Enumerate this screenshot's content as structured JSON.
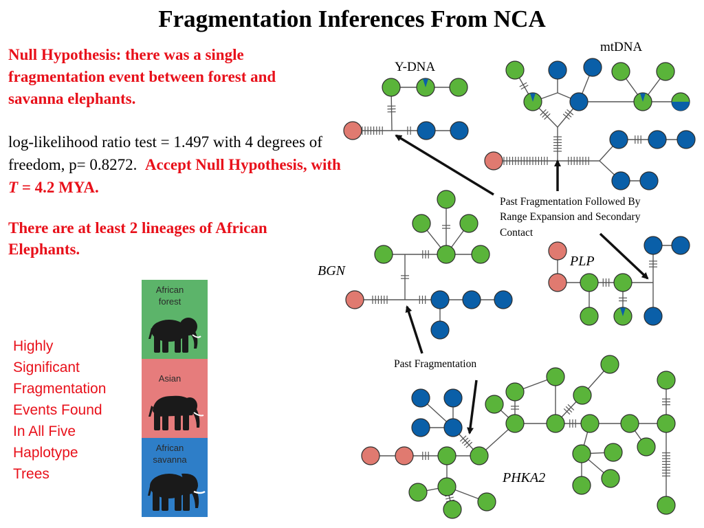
{
  "title": "Fragmentation Inferences From NCA",
  "null_hypothesis": "Null Hypothesis: there was a single fragmentation event between forest and savanna elephants.",
  "llr": {
    "text": "log-likelihood ratio test = 1.497 with 4 degrees of freedom, p= 0.8272.",
    "accept_prefix": "Accept Null Hypothesis, with",
    "t_symbol": "T",
    "t_value": "= 4.2 MYA."
  },
  "lineages": "There are at least 2 lineages of African Elephants.",
  "significance": [
    "Highly",
    "Significant",
    "Fragmentation",
    "Events Found",
    "In All Five",
    "Haplotype",
    "Trees"
  ],
  "elephant_panels": [
    {
      "label": [
        "African",
        "forest"
      ],
      "color": "#5cb46a"
    },
    {
      "label": [
        "Asian"
      ],
      "color": "#e67c7c"
    },
    {
      "label": [
        "African",
        "savanna"
      ],
      "color": "#2e7ec8"
    }
  ],
  "trees": {
    "ydna": "Y-DNA",
    "mtdna": "mtDNA",
    "bgn": "BGN",
    "plp": "PLP",
    "phka2": "PHKA2"
  },
  "annotations": {
    "past_frag_range": [
      "Past Fragmentation Followed By",
      "Range Expansion and Secondary",
      "Contact"
    ],
    "past_frag": "Past Fragmentation"
  },
  "colors": {
    "green": "#5ab43a",
    "blue": "#0a5fa8",
    "pink": "#e07a70",
    "node_stroke": "#2d2d2d",
    "red_text": "#e8101a"
  }
}
